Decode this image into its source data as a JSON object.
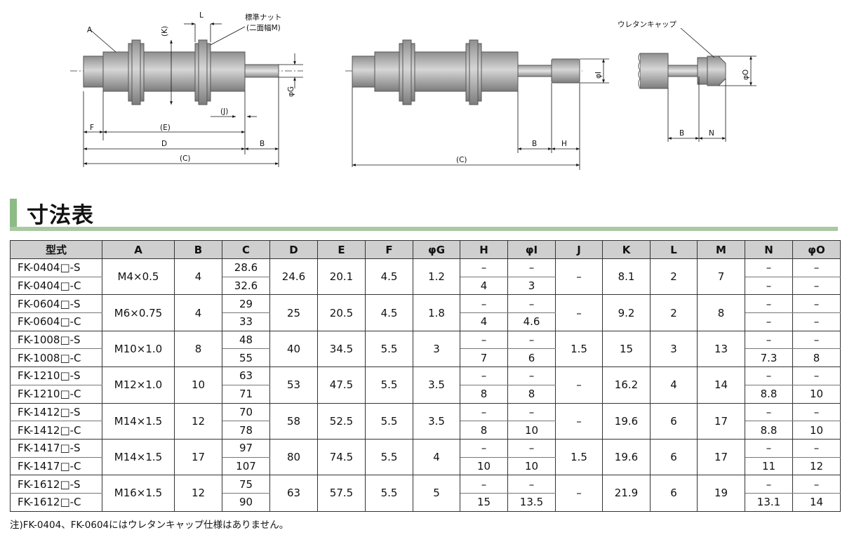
{
  "diagram": {
    "left_labels": {
      "a": "A",
      "k": "(K)",
      "l": "L",
      "nut1": "標準ナット",
      "nut2": "(二面幅M)",
      "g": "φG",
      "j": "(J)",
      "f": "F",
      "e": "(E)",
      "d": "D",
      "b": "B",
      "c": "(C)"
    },
    "mid_labels": {
      "i": "φI",
      "b": "B",
      "h": "H",
      "c": "(C)"
    },
    "right_labels": {
      "cap": "ウレタンキャップ",
      "o": "φO",
      "b": "B",
      "n": "N"
    }
  },
  "section_title": "寸法表",
  "table": {
    "headers": [
      "型式",
      "A",
      "B",
      "C",
      "D",
      "E",
      "F",
      "φG",
      "H",
      "φI",
      "J",
      "K",
      "L",
      "M",
      "N",
      "φO"
    ],
    "groups": [
      {
        "thread": "M4×0.5",
        "b": "4",
        "d": "24.6",
        "e": "20.1",
        "f": "4.5",
        "g": "1.2",
        "j": "–",
        "k": "8.1",
        "l": "2",
        "m": "7",
        "rows": [
          {
            "model": "FK-0404□-S",
            "c": "28.6",
            "h": "–",
            "i": "–",
            "n": "–",
            "o": "–"
          },
          {
            "model": "FK-0404□-C",
            "c": "32.6",
            "h": "4",
            "i": "3",
            "n": "–",
            "o": "–"
          }
        ]
      },
      {
        "thread": "M6×0.75",
        "b": "4",
        "d": "25",
        "e": "20.5",
        "f": "4.5",
        "g": "1.8",
        "j": "–",
        "k": "9.2",
        "l": "2",
        "m": "8",
        "rows": [
          {
            "model": "FK-0604□-S",
            "c": "29",
            "h": "–",
            "i": "–",
            "n": "–",
            "o": "–"
          },
          {
            "model": "FK-0604□-C",
            "c": "33",
            "h": "4",
            "i": "4.6",
            "n": "–",
            "o": "–"
          }
        ]
      },
      {
        "thread": "M10×1.0",
        "b": "8",
        "d": "40",
        "e": "34.5",
        "f": "5.5",
        "g": "3",
        "j": "1.5",
        "k": "15",
        "l": "3",
        "m": "13",
        "rows": [
          {
            "model": "FK-1008□-S",
            "c": "48",
            "h": "–",
            "i": "–",
            "n": "–",
            "o": "–"
          },
          {
            "model": "FK-1008□-C",
            "c": "55",
            "h": "7",
            "i": "6",
            "n": "7.3",
            "o": "8"
          }
        ]
      },
      {
        "thread": "M12×1.0",
        "b": "10",
        "d": "53",
        "e": "47.5",
        "f": "5.5",
        "g": "3.5",
        "j": "–",
        "k": "16.2",
        "l": "4",
        "m": "14",
        "rows": [
          {
            "model": "FK-1210□-S",
            "c": "63",
            "h": "–",
            "i": "–",
            "n": "–",
            "o": "–"
          },
          {
            "model": "FK-1210□-C",
            "c": "71",
            "h": "8",
            "i": "8",
            "n": "8.8",
            "o": "10"
          }
        ]
      },
      {
        "thread": "M14×1.5",
        "b": "12",
        "d": "58",
        "e": "52.5",
        "f": "5.5",
        "g": "3.5",
        "j": "–",
        "k": "19.6",
        "l": "6",
        "m": "17",
        "rows": [
          {
            "model": "FK-1412□-S",
            "c": "70",
            "h": "–",
            "i": "–",
            "n": "–",
            "o": "–"
          },
          {
            "model": "FK-1412□-C",
            "c": "78",
            "h": "8",
            "i": "10",
            "n": "8.8",
            "o": "10"
          }
        ]
      },
      {
        "thread": "M14×1.5",
        "b": "17",
        "d": "80",
        "e": "74.5",
        "f": "5.5",
        "g": "4",
        "j": "1.5",
        "k": "19.6",
        "l": "6",
        "m": "17",
        "rows": [
          {
            "model": "FK-1417□-S",
            "c": "97",
            "h": "–",
            "i": "–",
            "n": "–",
            "o": "–"
          },
          {
            "model": "FK-1417□-C",
            "c": "107",
            "h": "10",
            "i": "10",
            "n": "11",
            "o": "12"
          }
        ]
      },
      {
        "thread": "M16×1.5",
        "b": "12",
        "d": "63",
        "e": "57.5",
        "f": "5.5",
        "g": "5",
        "j": "–",
        "k": "21.9",
        "l": "6",
        "m": "19",
        "rows": [
          {
            "model": "FK-1612□-S",
            "c": "75",
            "h": "–",
            "i": "–",
            "n": "–",
            "o": "–"
          },
          {
            "model": "FK-1612□-C",
            "c": "90",
            "h": "15",
            "i": "13.5",
            "n": "13.1",
            "o": "14"
          }
        ]
      }
    ]
  },
  "footnote": "注)FK-0404、FK-0604にはウレタンキャップ仕様はありません。"
}
